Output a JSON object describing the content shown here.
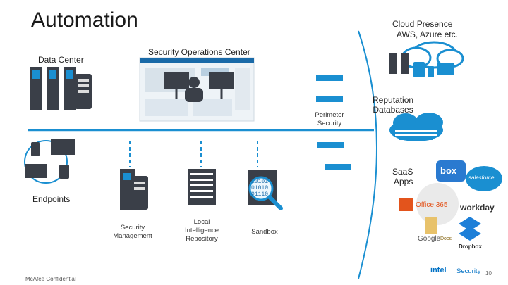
{
  "title": "Automation",
  "cloud": {
    "line1": "Cloud Presence",
    "line2": "AWS, Azure etc."
  },
  "soc": "Security Operations Center",
  "data_center": "Data Center",
  "perimeter": {
    "line1": "Perimeter",
    "line2": "Security"
  },
  "reputation": {
    "line1": "Reputation",
    "line2": "Databases"
  },
  "saas": {
    "line1": "SaaS",
    "line2": "Apps"
  },
  "endpoints": "Endpoints",
  "sec_mgmt": {
    "line1": "Security",
    "line2": "Management"
  },
  "local": {
    "line1": "Local",
    "line2": "Intelligence",
    "line3": "Repository"
  },
  "sandbox": "Sandbox",
  "sandbox_doc": {
    "l1": "10101",
    "l2": "01010",
    "l3": "01110"
  },
  "apps": {
    "box": "box",
    "salesforce": "salesforce",
    "office": "Office 365",
    "workday": "workday",
    "google": "Google",
    "docs": "Docs",
    "dropbox": "Dropbox"
  },
  "footer": {
    "confidential": "McAfee Confidential",
    "page": "10",
    "intel": "intel",
    "security": "Security"
  },
  "colors": {
    "blue": "#1a8fd1",
    "dark": "#3a3f48",
    "line": "#1a8fd1"
  }
}
